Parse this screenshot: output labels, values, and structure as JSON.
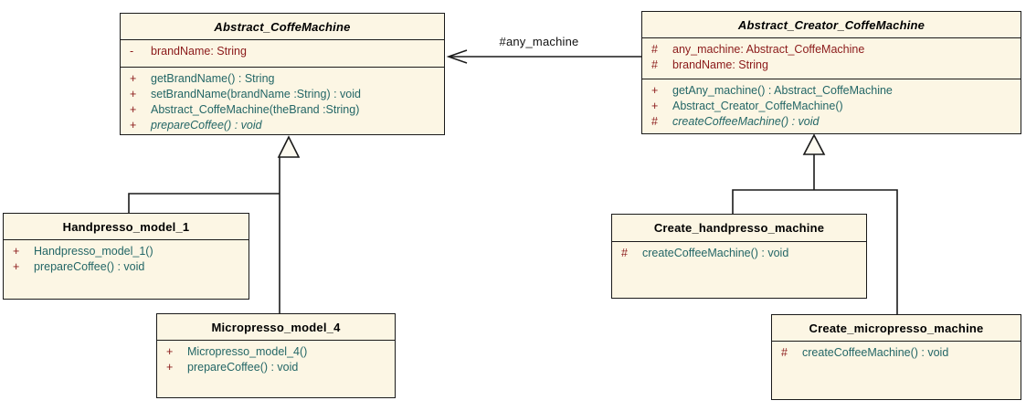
{
  "colors": {
    "class_fill": "#FCF6E4",
    "class_border": "#1A1A1A",
    "attribute_text": "#8B1A1A",
    "method_text": "#236666",
    "visibility_marker": "#8B1A1A",
    "connector": "#1A1A1A"
  },
  "association": {
    "label": "#any_machine"
  },
  "classes": [
    {
      "name": "Abstract_CoffeMachine",
      "abstract": true,
      "attributes": [
        {
          "vis": "-",
          "text": "brandName: String"
        }
      ],
      "methods": [
        {
          "vis": "+",
          "text": "getBrandName() : String"
        },
        {
          "vis": "+",
          "text": "setBrandName(brandName :String) : void"
        },
        {
          "vis": "+",
          "text": "Abstract_CoffeMachine(theBrand :String)"
        },
        {
          "vis": "+",
          "text": "prepareCoffee() : void",
          "abstract": true
        }
      ]
    },
    {
      "name": "Abstract_Creator_CoffeMachine",
      "abstract": true,
      "attributes": [
        {
          "vis": "#",
          "text": "any_machine: Abstract_CoffeMachine"
        },
        {
          "vis": "#",
          "text": "brandName: String"
        }
      ],
      "methods": [
        {
          "vis": "+",
          "text": "getAny_machine() : Abstract_CoffeMachine"
        },
        {
          "vis": "+",
          "text": "Abstract_Creator_CoffeMachine()"
        },
        {
          "vis": "#",
          "text": "createCoffeeMachine() : void",
          "abstract": true
        }
      ]
    },
    {
      "name": "Handpresso_model_1",
      "abstract": false,
      "attributes": [],
      "methods": [
        {
          "vis": "+",
          "text": "Handpresso_model_1()"
        },
        {
          "vis": "+",
          "text": "prepareCoffee() : void"
        }
      ]
    },
    {
      "name": "Micropresso_model_4",
      "abstract": false,
      "attributes": [],
      "methods": [
        {
          "vis": "+",
          "text": "Micropresso_model_4()"
        },
        {
          "vis": "+",
          "text": "prepareCoffee() : void"
        }
      ]
    },
    {
      "name": "Create_handpresso_machine",
      "abstract": false,
      "attributes": [],
      "methods": [
        {
          "vis": "#",
          "text": "createCoffeeMachine() : void"
        }
      ]
    },
    {
      "name": "Create_micropresso_machine",
      "abstract": false,
      "attributes": [],
      "methods": [
        {
          "vis": "#",
          "text": "createCoffeeMachine() : void"
        }
      ]
    }
  ],
  "relationships": [
    {
      "type": "association",
      "from": "Abstract_Creator_CoffeMachine",
      "to": "Abstract_CoffeMachine",
      "label": "#any_machine"
    },
    {
      "type": "generalization",
      "from": "Handpresso_model_1",
      "to": "Abstract_CoffeMachine"
    },
    {
      "type": "generalization",
      "from": "Micropresso_model_4",
      "to": "Abstract_CoffeMachine"
    },
    {
      "type": "generalization",
      "from": "Create_handpresso_machine",
      "to": "Abstract_Creator_CoffeMachine"
    },
    {
      "type": "generalization",
      "from": "Create_micropresso_machine",
      "to": "Abstract_Creator_CoffeMachine"
    }
  ]
}
